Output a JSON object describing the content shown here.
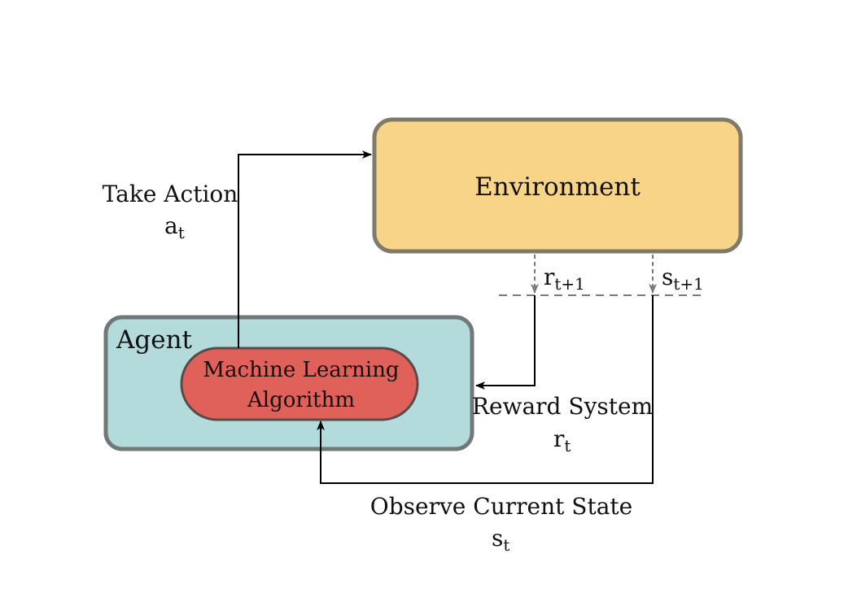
{
  "diagram": {
    "environment": {
      "label": "Environment",
      "fill": "#f7d488",
      "stroke": "#7f7a6a"
    },
    "agent": {
      "label": "Agent",
      "fill": "#b4dbdc",
      "stroke": "#707878"
    },
    "algorithm": {
      "line1": "Machine Learning",
      "line2": "Algorithm",
      "fill": "#e0605a",
      "stroke": "#5a4a48"
    },
    "action": {
      "label": "Take Action",
      "symbol": "a",
      "subscript": "t"
    },
    "reward_next": {
      "symbol": "r",
      "subscript": "t+1"
    },
    "state_next": {
      "symbol": "s",
      "subscript": "t+1"
    },
    "reward": {
      "label": "Reward System",
      "symbol": "r",
      "subscript": "t"
    },
    "observe": {
      "label": "Observe Current State",
      "symbol": "s",
      "subscript": "t"
    }
  }
}
